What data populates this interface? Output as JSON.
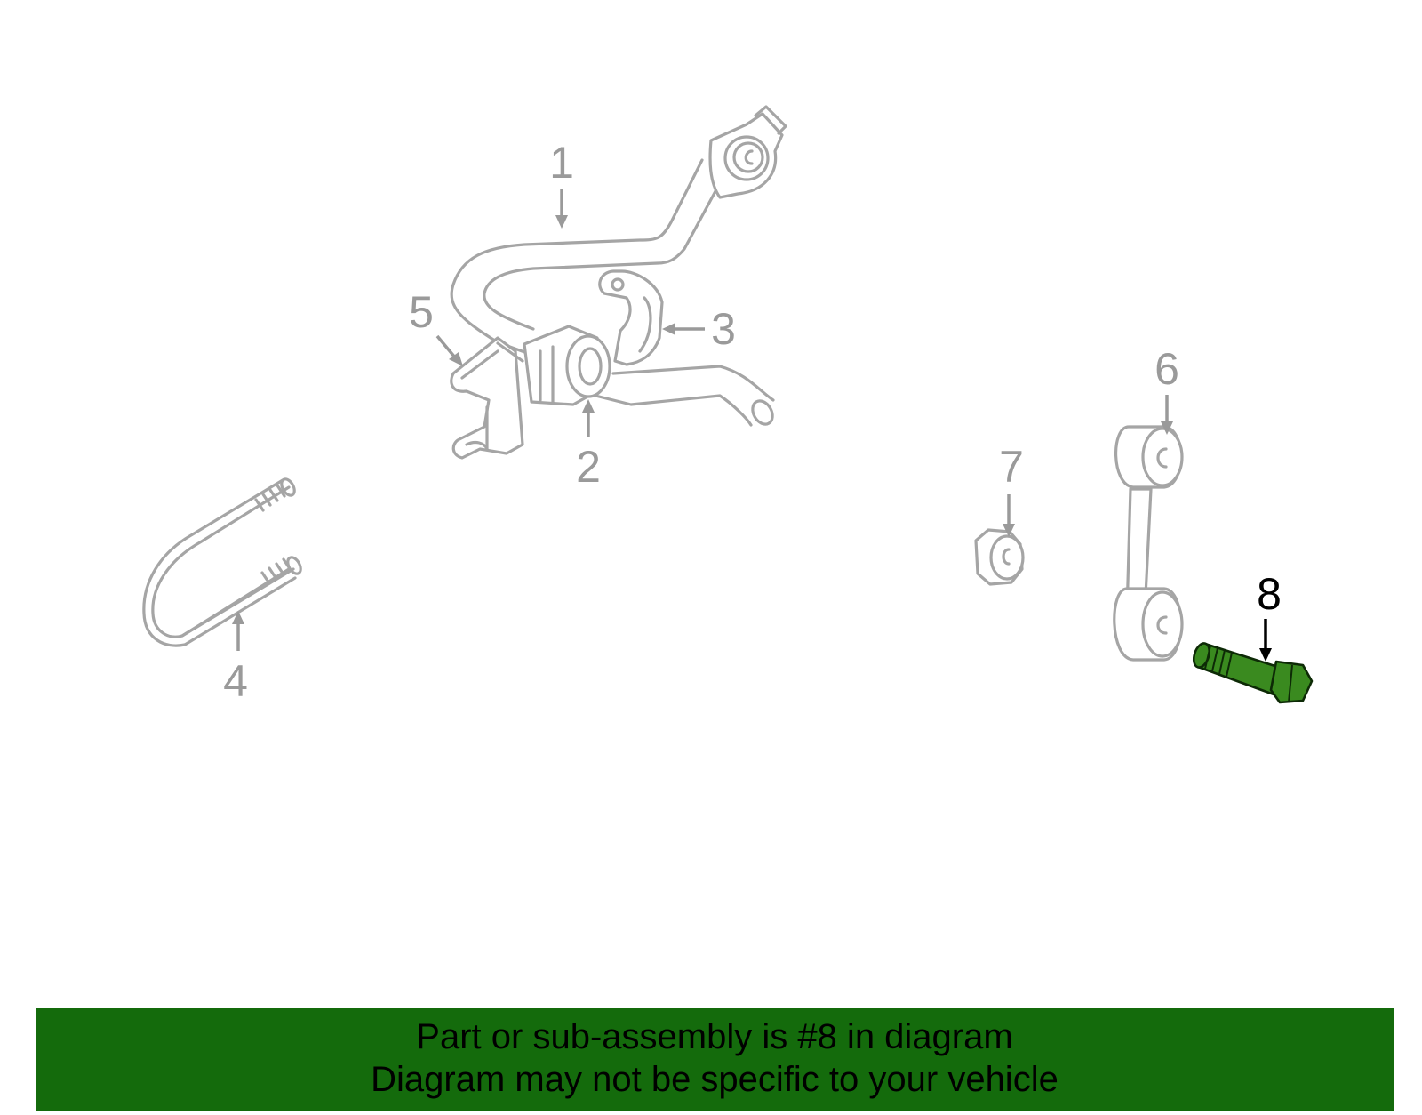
{
  "diagram": {
    "callouts": [
      {
        "id": 1,
        "label": "1",
        "highlighted": false
      },
      {
        "id": 2,
        "label": "2",
        "highlighted": false
      },
      {
        "id": 3,
        "label": "3",
        "highlighted": false
      },
      {
        "id": 4,
        "label": "4",
        "highlighted": false
      },
      {
        "id": 5,
        "label": "5",
        "highlighted": false
      },
      {
        "id": 6,
        "label": "6",
        "highlighted": false
      },
      {
        "id": 7,
        "label": "7",
        "highlighted": false
      },
      {
        "id": 8,
        "label": "8",
        "highlighted": true
      }
    ],
    "colors": {
      "part_outline": "#a5a5a5",
      "highlight_part": "#3a8a1f",
      "banner_background": "#146b0c"
    }
  },
  "banner": {
    "line1": "Part or sub-assembly is #8 in diagram",
    "line2": "Diagram may not be specific to your vehicle"
  }
}
